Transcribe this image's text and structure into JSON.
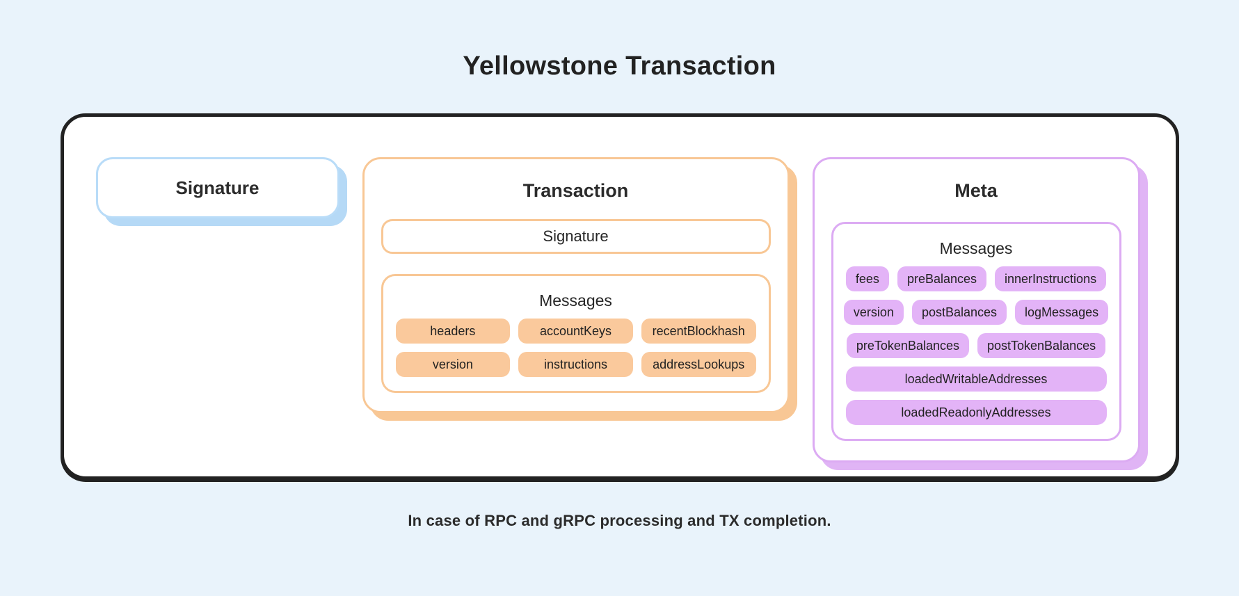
{
  "page": {
    "title": "Yellowstone Transaction",
    "caption": "In case of RPC and gRPC processing and TX completion."
  },
  "colors": {
    "background": "#e9f3fb",
    "outer_outline": "#222222",
    "blue_border": "#b9dcf8",
    "orange_border": "#f8c795",
    "orange_tag_fill": "#fac99c",
    "purple_border": "#dcabf3",
    "purple_tag_fill": "#e3b3f7",
    "text": "#262626"
  },
  "signature_box": {
    "title": "Signature"
  },
  "transaction_box": {
    "title": "Transaction",
    "signature_label": "Signature",
    "messages": {
      "title": "Messages",
      "tags": [
        "headers",
        "accountKeys",
        "recentBlockhash",
        "version",
        "instructions",
        "addressLookups"
      ]
    }
  },
  "meta_box": {
    "title": "Meta",
    "messages": {
      "title": "Messages",
      "tags": [
        "fees",
        "preBalances",
        "innerInstructions",
        "version",
        "postBalances",
        "logMessages",
        "preTokenBalances",
        "postTokenBalances",
        "loadedWritableAddresses",
        "loadedReadonlyAddresses"
      ]
    }
  }
}
